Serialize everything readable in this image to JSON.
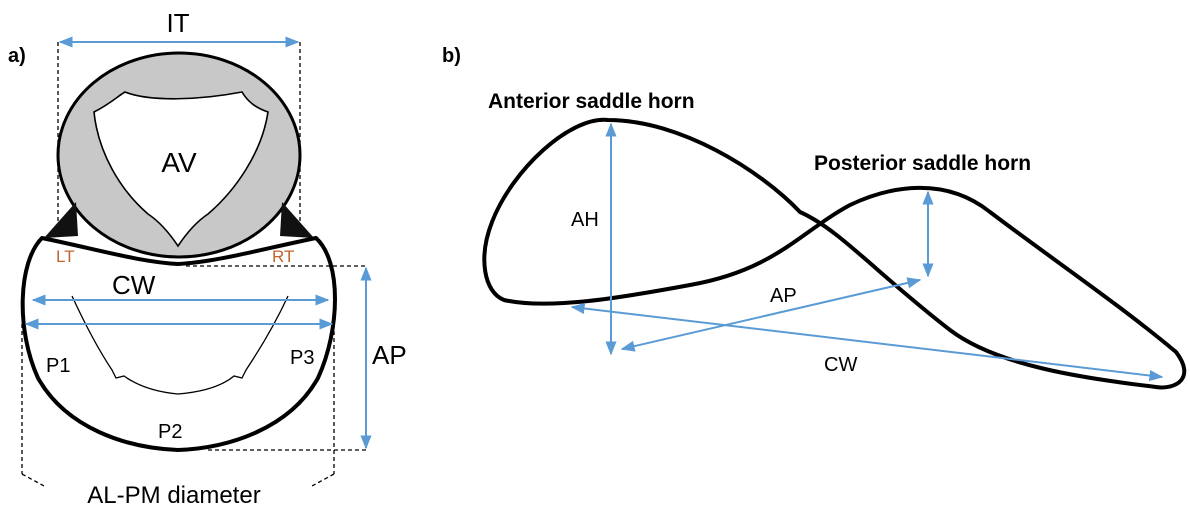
{
  "panel_a": {
    "label": "a)",
    "it_label": "IT",
    "av_label": "AV",
    "lt_label": "LT",
    "rt_label": "RT",
    "cw_label": "CW",
    "ap_label": "AP",
    "p1_label": "P1",
    "p2_label": "P2",
    "p3_label": "P3",
    "alpm_label": "AL-PM diameter"
  },
  "panel_b": {
    "label": "b)",
    "anterior_horn_label": "Anterior saddle horn",
    "posterior_horn_label": "Posterior saddle horn",
    "ah_label": "AH",
    "ap_label": "AP",
    "cw_label": "CW"
  },
  "colors": {
    "measurement_line": "#5b9bd5",
    "trigone_label": "#c0652b",
    "aortic_ring_fill": "#c8c8c8",
    "outline": "#000000"
  }
}
